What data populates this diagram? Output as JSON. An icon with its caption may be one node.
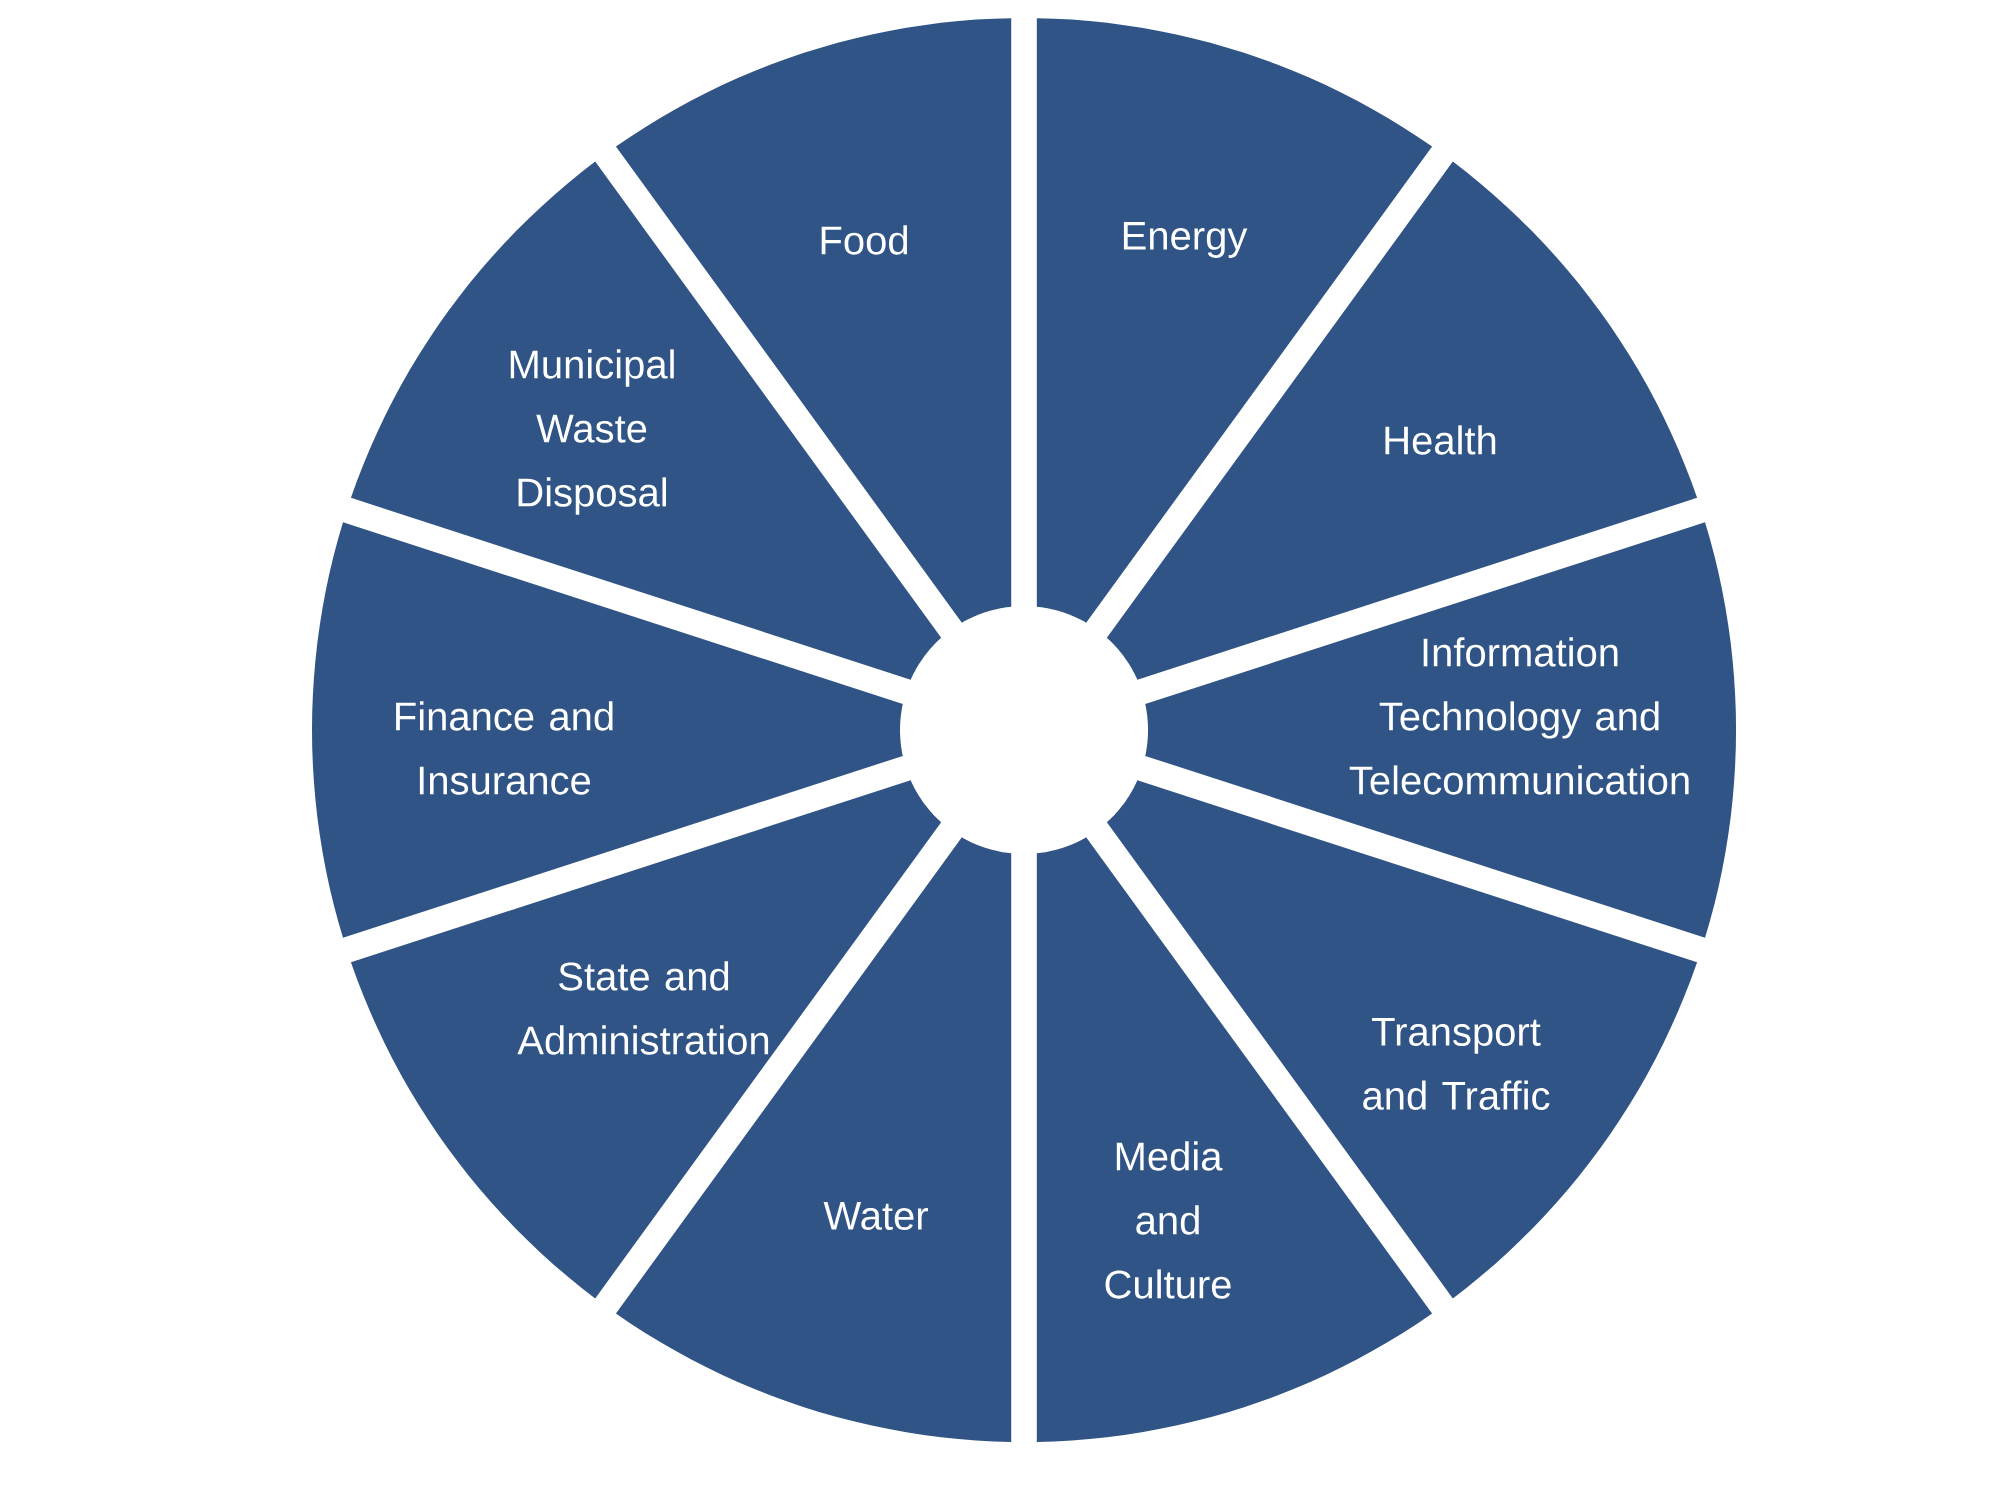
{
  "diagram": {
    "nodes": [
      {
        "text": [
          "Food"
        ]
      },
      {
        "text": [
          "Energy"
        ]
      },
      {
        "text": [
          "Health"
        ]
      },
      {
        "text": [
          "Information Technology and Telecommunication"
        ]
      },
      {
        "text": [
          "Transport and Traffic"
        ]
      },
      {
        "text": [
          "Media and Culture"
        ]
      },
      {
        "text": [
          "Water"
        ]
      },
      {
        "text": [
          "State and Administration"
        ]
      },
      {
        "text": [
          "Finance and Insurance"
        ]
      },
      {
        "text": [
          "Municipal Waste Disposal"
        ]
      }
    ]
  }
}
